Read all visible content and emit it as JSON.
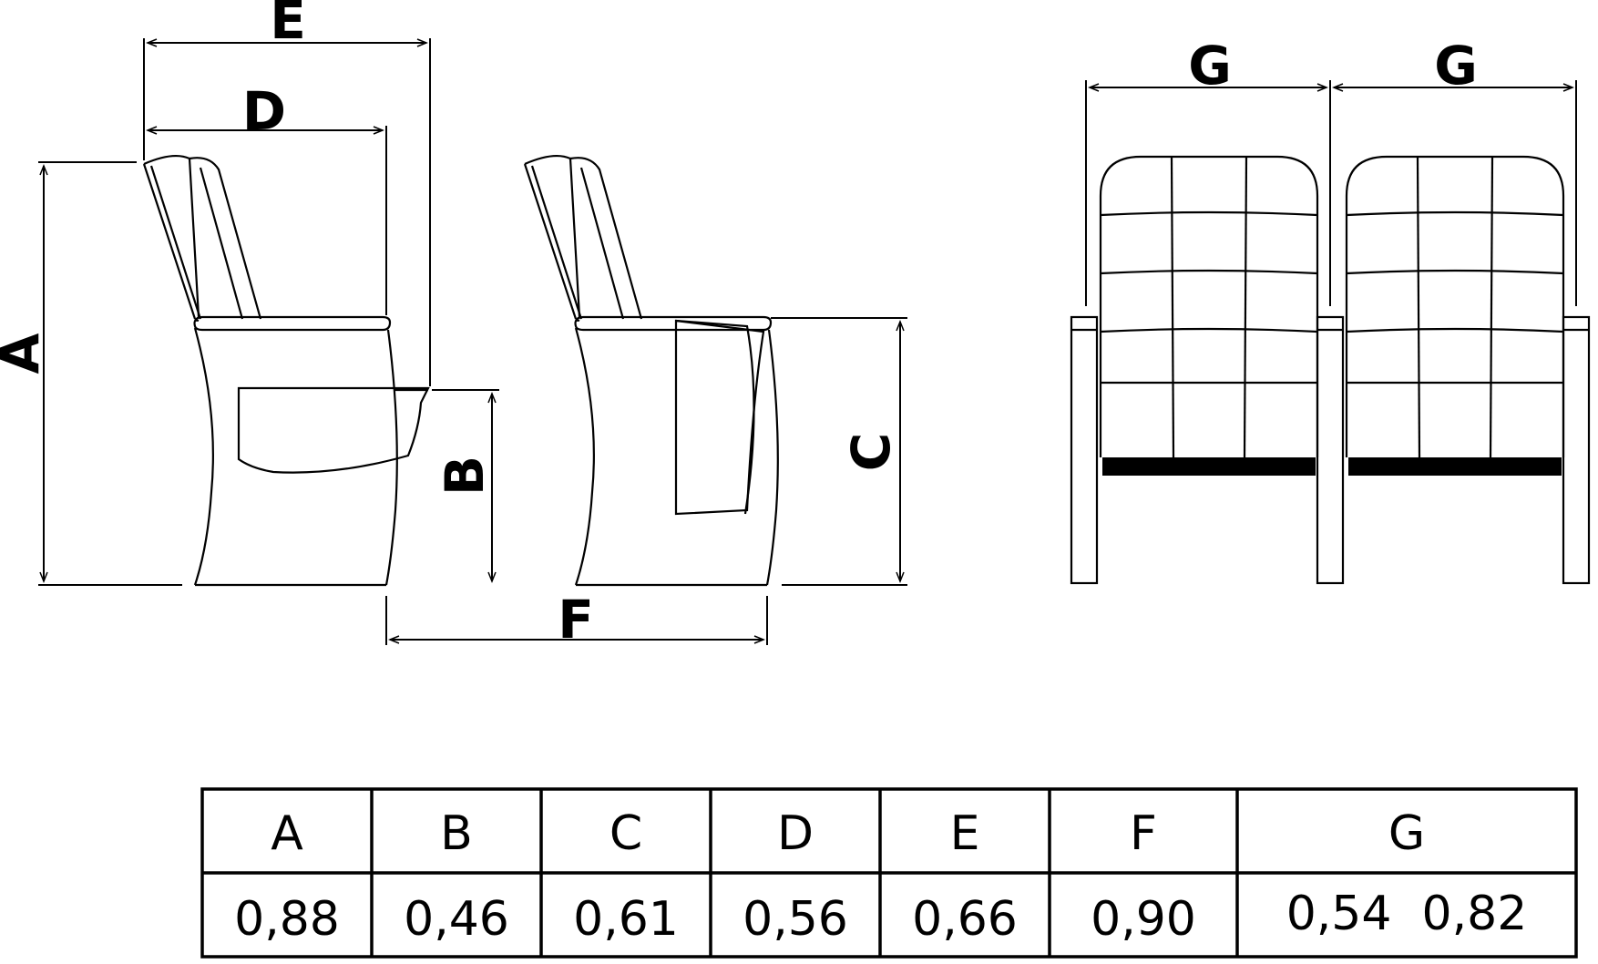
{
  "dimension_labels": {
    "a": "A",
    "b": "B",
    "c": "C",
    "d": "D",
    "e": "E",
    "f": "F",
    "g_left": "G",
    "g_right": "G"
  },
  "table": {
    "headers": [
      "A",
      "B",
      "C",
      "D",
      "E",
      "F",
      "G"
    ],
    "values": [
      "0,88",
      "0,46",
      "0,61",
      "0,56",
      "0,66",
      "0,90",
      "0,54  0,82"
    ]
  }
}
